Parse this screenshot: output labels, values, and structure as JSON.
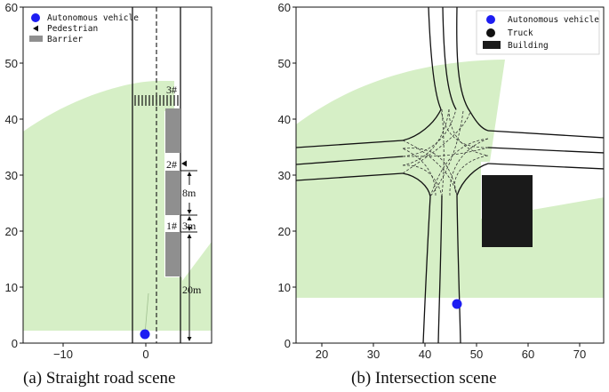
{
  "panel_a": {
    "caption": "(a) Straight road scene",
    "x_ticks": [
      "−10",
      "0"
    ],
    "y_ticks": [
      "0",
      "10",
      "20",
      "30",
      "40",
      "50",
      "60"
    ],
    "legend": {
      "vehicle": "Autonomous vehicle",
      "pedestrian": "Pedestrian",
      "barrier": "Barrier"
    },
    "annotations": {
      "site3": "3#",
      "site2": "2#",
      "site1": "1#",
      "d8": "8m",
      "d3": "3m",
      "d20": "20m"
    },
    "colors": {
      "visible_area": "#d6efc6",
      "barrier": "#8f8f8f",
      "vehicle": "#1d1df2"
    }
  },
  "panel_b": {
    "caption": "(b) Intersection scene",
    "x_ticks": [
      "20",
      "30",
      "40",
      "50",
      "60",
      "70"
    ],
    "y_ticks": [
      "0",
      "10",
      "20",
      "30",
      "40",
      "50",
      "60"
    ],
    "legend": {
      "vehicle": "Autonomous vehicle",
      "truck": "Truck",
      "building": "Building"
    },
    "colors": {
      "visible_area": "#d6efc6",
      "building": "#1a1a1a",
      "vehicle": "#1d1df2"
    }
  }
}
